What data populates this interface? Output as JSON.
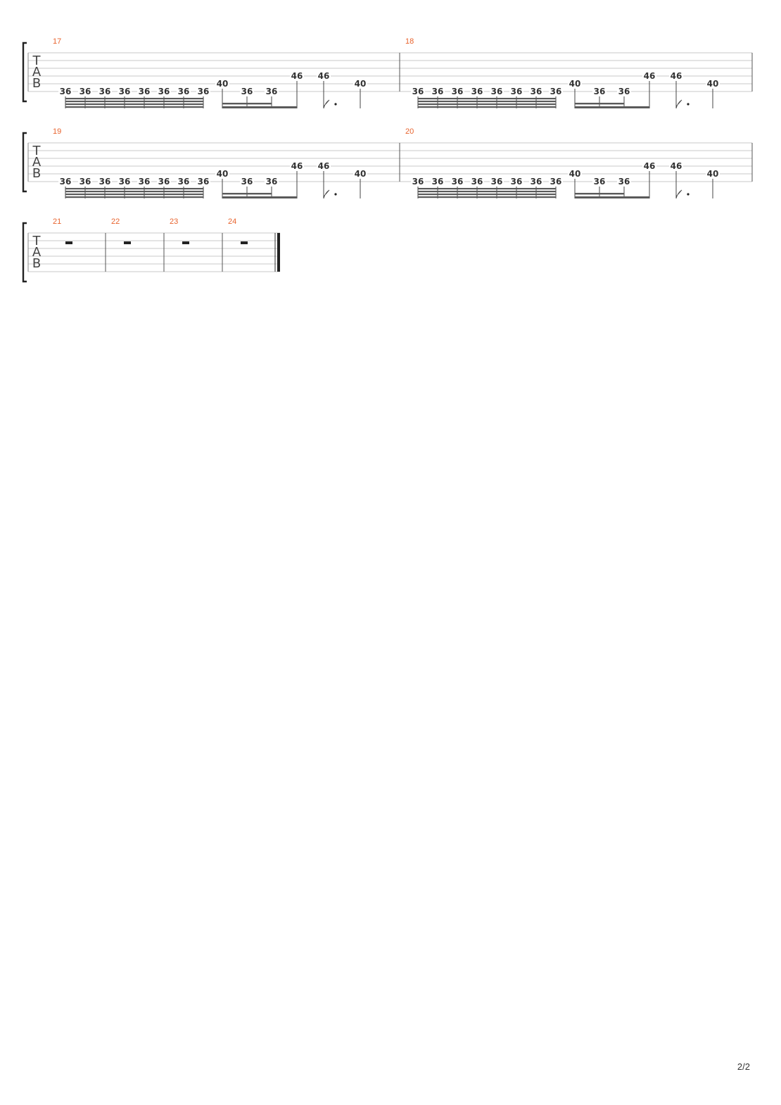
{
  "document": {
    "page_number": "2/2",
    "tab_clef": [
      "T",
      "A",
      "B"
    ],
    "colors": {
      "measure_number": "#e8632d",
      "staff_line": "#c8c8c8",
      "note": "#333333",
      "beam": "#5a5a5a"
    }
  },
  "measures": [
    {
      "number": "17",
      "notes": [
        "36",
        "36",
        "36",
        "36",
        "36",
        "36",
        "36",
        "36",
        "40",
        "36",
        "36",
        "46",
        "46",
        "40"
      ]
    },
    {
      "number": "18",
      "notes": [
        "36",
        "36",
        "36",
        "36",
        "36",
        "36",
        "36",
        "36",
        "40",
        "36",
        "36",
        "46",
        "46",
        "40"
      ]
    },
    {
      "number": "19",
      "notes": [
        "36",
        "36",
        "36",
        "36",
        "36",
        "36",
        "36",
        "36",
        "40",
        "36",
        "36",
        "46",
        "46",
        "40"
      ]
    },
    {
      "number": "20",
      "notes": [
        "36",
        "36",
        "36",
        "36",
        "36",
        "36",
        "36",
        "36",
        "40",
        "36",
        "36",
        "46",
        "46",
        "40"
      ]
    },
    {
      "number": "21",
      "rest": "whole-rest"
    },
    {
      "number": "22",
      "rest": "whole-rest"
    },
    {
      "number": "23",
      "rest": "whole-rest"
    },
    {
      "number": "24",
      "rest": "whole-rest"
    }
  ]
}
